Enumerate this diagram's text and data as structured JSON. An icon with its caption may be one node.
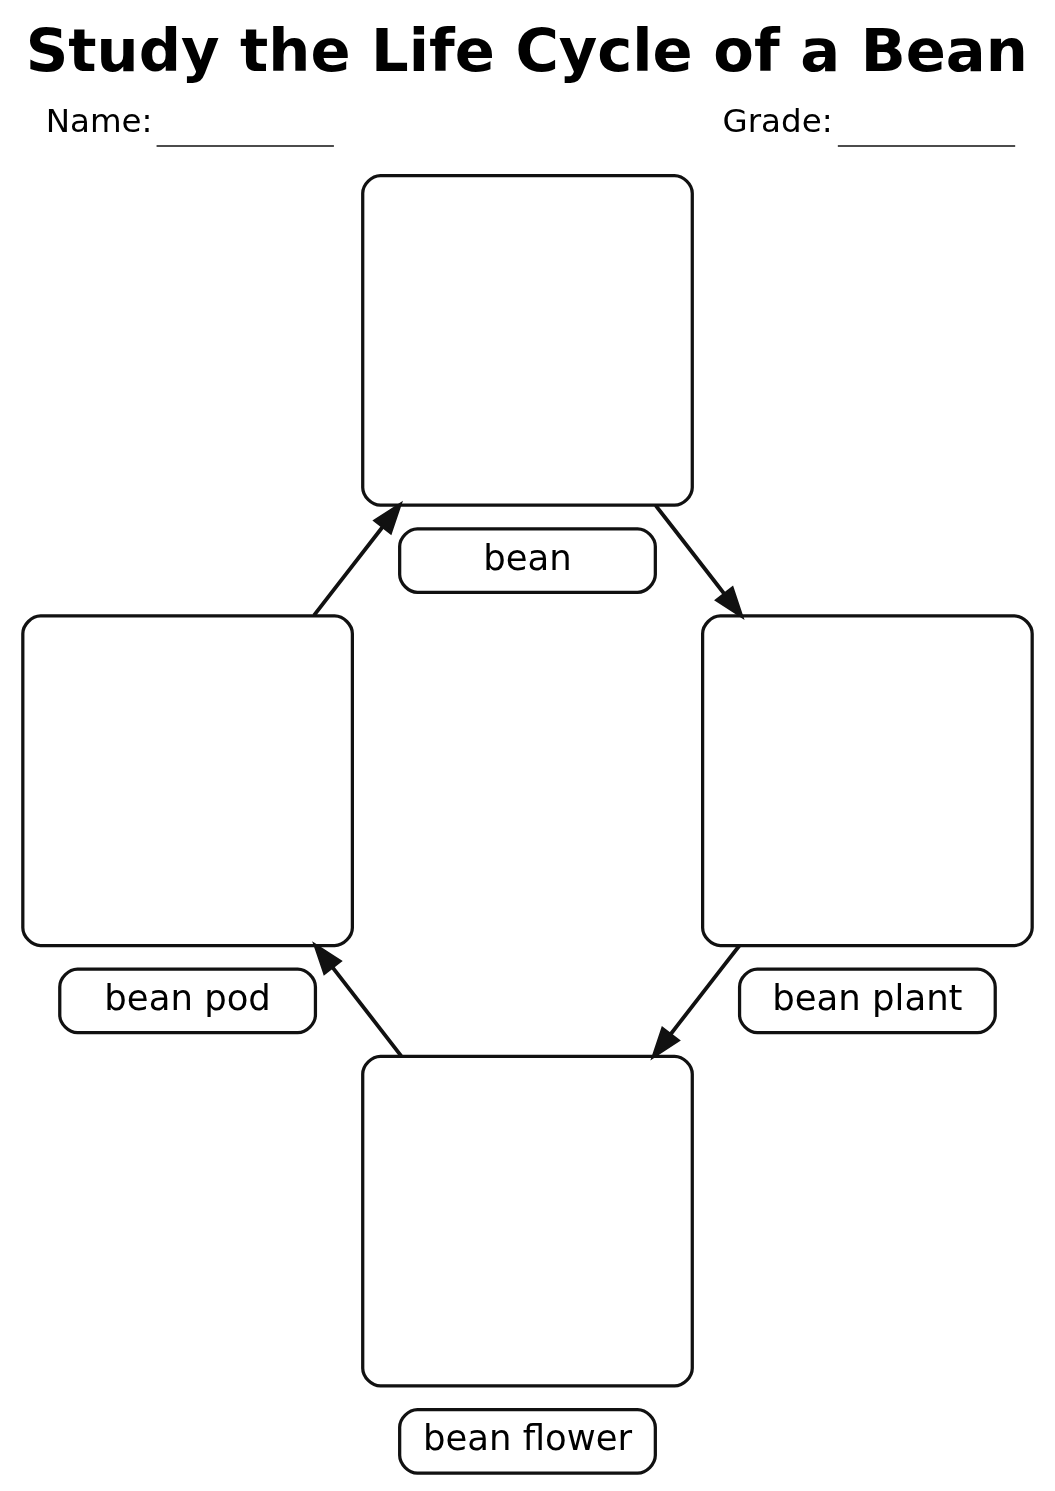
{
  "diagram": {
    "title": "Study the Life Cycle of a Bean",
    "nodes": [
      {
        "text": [],
        "shape": "box"
      },
      {
        "text": [
          "bean"
        ]
      },
      {
        "text": [],
        "shape": "box"
      },
      {
        "text": [],
        "shape": "box"
      },
      {
        "text": [
          "bean pod"
        ]
      },
      {
        "text": [
          "bean plant"
        ]
      },
      {
        "text": [],
        "shape": "box"
      },
      {
        "text": [
          "bean flower"
        ]
      }
    ],
    "edges": [
      {
        "from": 0,
        "to": 3,
        "arrow": "to"
      },
      {
        "from": 3,
        "to": 6,
        "arrow": "to"
      },
      {
        "from": 6,
        "to": 2,
        "arrow": "to"
      },
      {
        "from": 2,
        "to": 0,
        "arrow": "to"
      }
    ],
    "labels": [
      "Name:",
      "Grade:"
    ]
  }
}
